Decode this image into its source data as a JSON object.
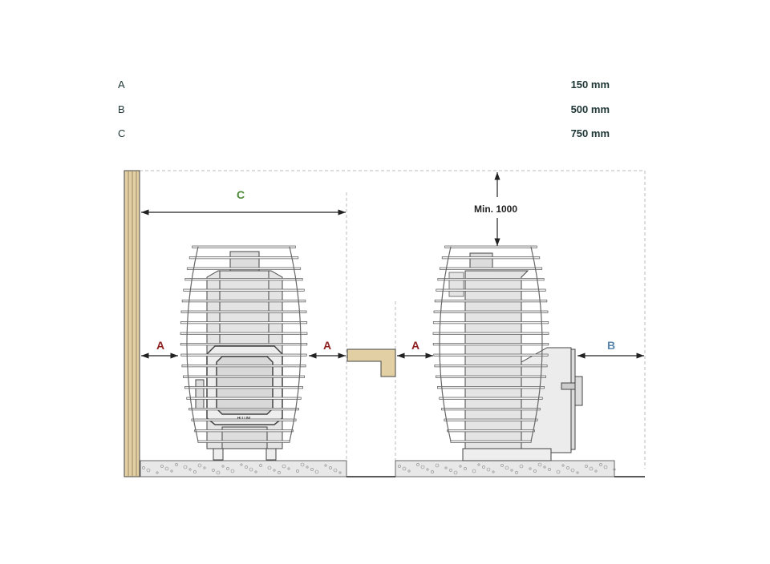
{
  "legend": [
    {
      "key": "A",
      "value": "150 mm"
    },
    {
      "key": "B",
      "value": "500 mm"
    },
    {
      "key": "C",
      "value": "750 mm"
    }
  ],
  "diagram": {
    "label_a": "A",
    "label_b": "B",
    "label_c": "C",
    "min_height": "Min. 1000",
    "heater_logo": "HU UM"
  },
  "colors": {
    "a": "#8e1f1f",
    "b": "#5b87ad",
    "c": "#4d8a38",
    "text": "#1e3535",
    "wood": "#e2cfa4",
    "line": "#333333"
  }
}
